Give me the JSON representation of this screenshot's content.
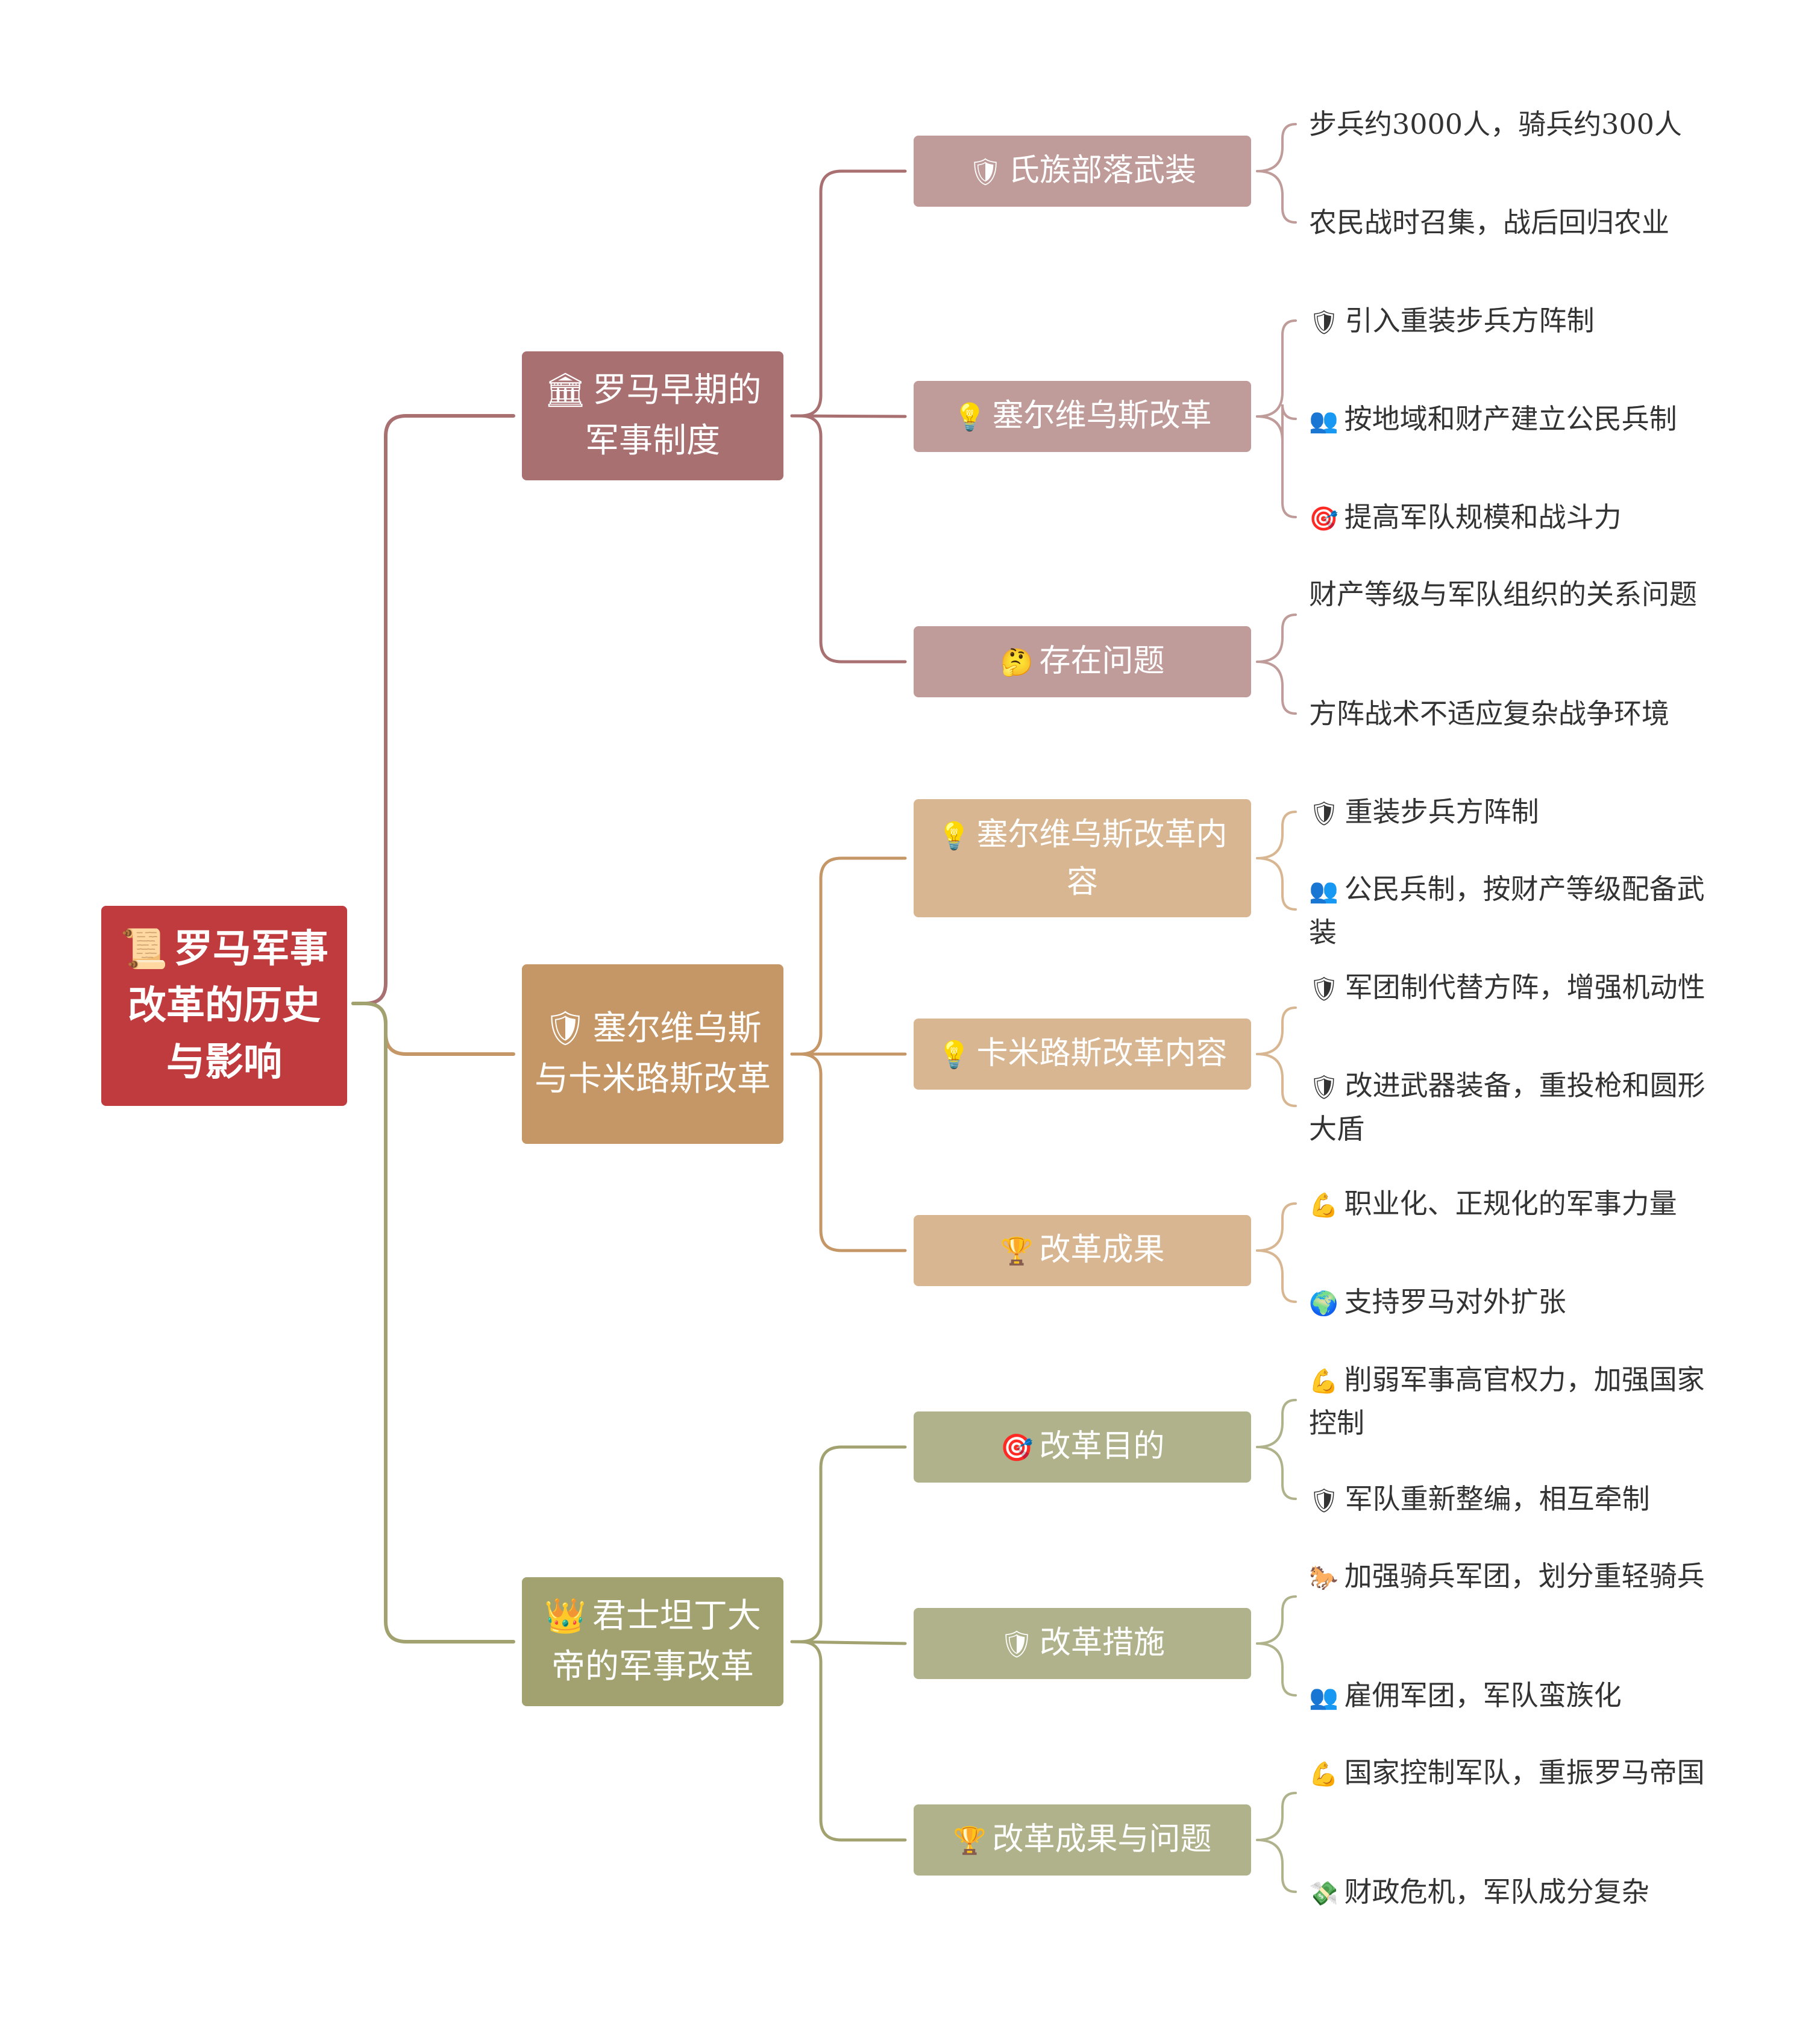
{
  "colors": {
    "root": "#c03b3e",
    "branch1_main": "#a97072",
    "branch1_sub": "#bf9b99",
    "branch2_main": "#c69766",
    "branch2_sub": "#d8b692",
    "branch3_main": "#a1a270",
    "branch3_sub": "#b0b28b"
  },
  "root": {
    "icon": "scroll-icon",
    "label": "罗马军事改革的历史与影响"
  },
  "branches": [
    {
      "icon": "classical-building-icon",
      "label": "罗马早期的军事制度",
      "children": [
        {
          "icon": "shield-icon",
          "label": "氏族部落武装",
          "leaves": [
            {
              "icon": "",
              "text": "步兵约3000人，骑兵约300人"
            },
            {
              "icon": "",
              "text": "农民战时召集，战后回归农业"
            }
          ]
        },
        {
          "icon": "light-bulb-icon",
          "label": "塞尔维乌斯改革",
          "leaves": [
            {
              "icon": "shield-icon",
              "text": "引入重装步兵方阵制"
            },
            {
              "icon": "people-icon",
              "text": "按地域和财产建立公民兵制"
            },
            {
              "icon": "target-icon",
              "text": "提高军队规模和战斗力"
            }
          ]
        },
        {
          "icon": "thinking-face-icon",
          "label": "存在问题",
          "leaves": [
            {
              "icon": "",
              "text": "财产等级与军队组织的关系问题"
            },
            {
              "icon": "",
              "text": "方阵战术不适应复杂战争环境"
            }
          ]
        }
      ]
    },
    {
      "icon": "shield-icon",
      "label": "塞尔维乌斯与卡米路斯改革",
      "children": [
        {
          "icon": "light-bulb-icon",
          "label": "塞尔维乌斯改革内容",
          "leaves": [
            {
              "icon": "shield-icon",
              "text": "重装步兵方阵制"
            },
            {
              "icon": "people-icon",
              "text": "公民兵制，按财产等级配备武装"
            }
          ]
        },
        {
          "icon": "light-bulb-icon",
          "label": "卡米路斯改革内容",
          "leaves": [
            {
              "icon": "shield-icon",
              "text": "军团制代替方阵，增强机动性"
            },
            {
              "icon": "shield-icon",
              "text": "改进武器装备，重投枪和圆形大盾"
            }
          ]
        },
        {
          "icon": "trophy-icon",
          "label": "改革成果",
          "leaves": [
            {
              "icon": "flexed-biceps-icon",
              "text": "职业化、正规化的军事力量"
            },
            {
              "icon": "globe-icon",
              "text": "支持罗马对外扩张"
            }
          ]
        }
      ]
    },
    {
      "icon": "crown-icon",
      "label": "君士坦丁大帝的军事改革",
      "children": [
        {
          "icon": "target-icon",
          "label": "改革目的",
          "leaves": [
            {
              "icon": "flexed-biceps-icon",
              "text": "削弱军事高官权力，加强国家控制"
            },
            {
              "icon": "shield-icon",
              "text": "军队重新整编，相互牵制"
            }
          ]
        },
        {
          "icon": "shield-icon",
          "label": "改革措施",
          "leaves": [
            {
              "icon": "horse-icon",
              "text": "加强骑兵军团，划分重轻骑兵"
            },
            {
              "icon": "people-icon",
              "text": "雇佣军团，军队蛮族化"
            }
          ]
        },
        {
          "icon": "trophy-icon",
          "label": "改革成果与问题",
          "leaves": [
            {
              "icon": "flexed-biceps-icon",
              "text": "国家控制军队，重振罗马帝国"
            },
            {
              "icon": "money-with-wings-icon",
              "text": "财政危机，军队成分复杂"
            }
          ]
        }
      ]
    }
  ]
}
